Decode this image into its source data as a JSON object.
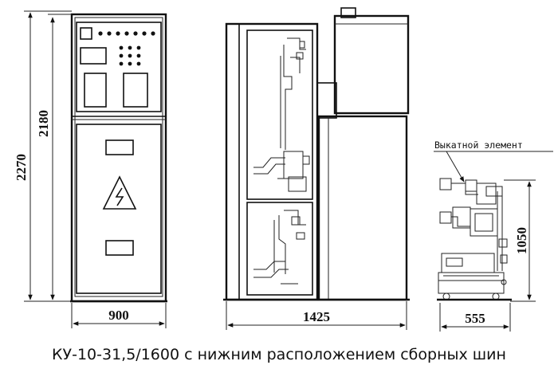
{
  "dimensions": {
    "front_height_total": "2270",
    "front_height_body": "2180",
    "front_width": "900",
    "side_depth": "1425",
    "module_depth": "555",
    "module_height": "1050"
  },
  "labels": {
    "withdrawable_element": "Выкатной элемент"
  },
  "caption": "КУ-10-31,5/1600 с нижним расположением сборных шин",
  "icons": {
    "hazard": "lightning-hazard-icon"
  }
}
